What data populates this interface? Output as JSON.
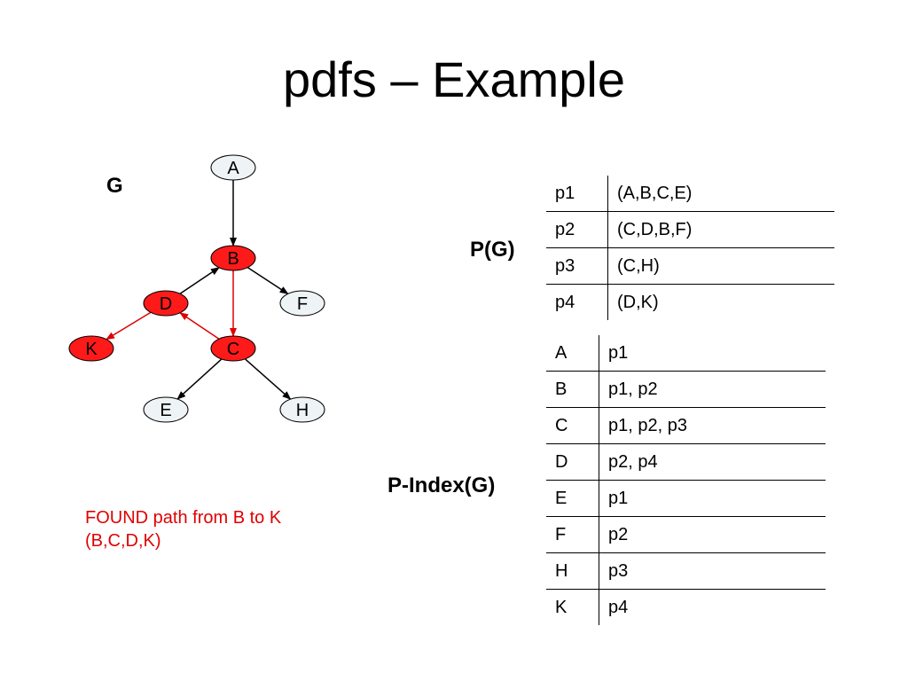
{
  "title": "pdfs – Example",
  "graph": {
    "label": "G",
    "nodes": [
      {
        "id": "A",
        "label": "A",
        "highlighted": false
      },
      {
        "id": "B",
        "label": "B",
        "highlighted": true
      },
      {
        "id": "D",
        "label": "D",
        "highlighted": true
      },
      {
        "id": "F",
        "label": "F",
        "highlighted": false
      },
      {
        "id": "K",
        "label": "K",
        "highlighted": true
      },
      {
        "id": "C",
        "label": "C",
        "highlighted": true
      },
      {
        "id": "E",
        "label": "E",
        "highlighted": false
      },
      {
        "id": "H",
        "label": "H",
        "highlighted": false
      }
    ],
    "edges": [
      {
        "from": "A",
        "to": "B",
        "highlighted": false
      },
      {
        "from": "D",
        "to": "B",
        "highlighted": false
      },
      {
        "from": "B",
        "to": "F",
        "highlighted": false
      },
      {
        "from": "B",
        "to": "C",
        "highlighted": true
      },
      {
        "from": "C",
        "to": "D",
        "highlighted": true
      },
      {
        "from": "D",
        "to": "K",
        "highlighted": true
      },
      {
        "from": "C",
        "to": "E",
        "highlighted": false
      },
      {
        "from": "C",
        "to": "H",
        "highlighted": false
      }
    ]
  },
  "found": {
    "line1": "FOUND path from B to K",
    "line2": "(B,C,D,K)"
  },
  "pg": {
    "label": "P(G)",
    "rows": [
      {
        "path": "p1",
        "value": "(A,B,C,E)"
      },
      {
        "path": "p2",
        "value": "(C,D,B,F)"
      },
      {
        "path": "p3",
        "value": "(C,H)"
      },
      {
        "path": "p4",
        "value": "(D,K)"
      }
    ]
  },
  "pindex": {
    "label": "P-Index(G)",
    "rows": [
      {
        "node": "A",
        "paths": "p1"
      },
      {
        "node": "B",
        "paths": "p1, p2"
      },
      {
        "node": "C",
        "paths": "p1, p2, p3"
      },
      {
        "node": "D",
        "paths": "p2, p4"
      },
      {
        "node": "E",
        "paths": "p1"
      },
      {
        "node": "F",
        "paths": "p2"
      },
      {
        "node": "H",
        "paths": "p3"
      },
      {
        "node": "K",
        "paths": "p4"
      }
    ]
  },
  "colors": {
    "highlight_fill": "#ff1a1a",
    "normal_fill": "#eef3f6",
    "highlight_edge": "#e00000",
    "found_text": "#e00000"
  }
}
